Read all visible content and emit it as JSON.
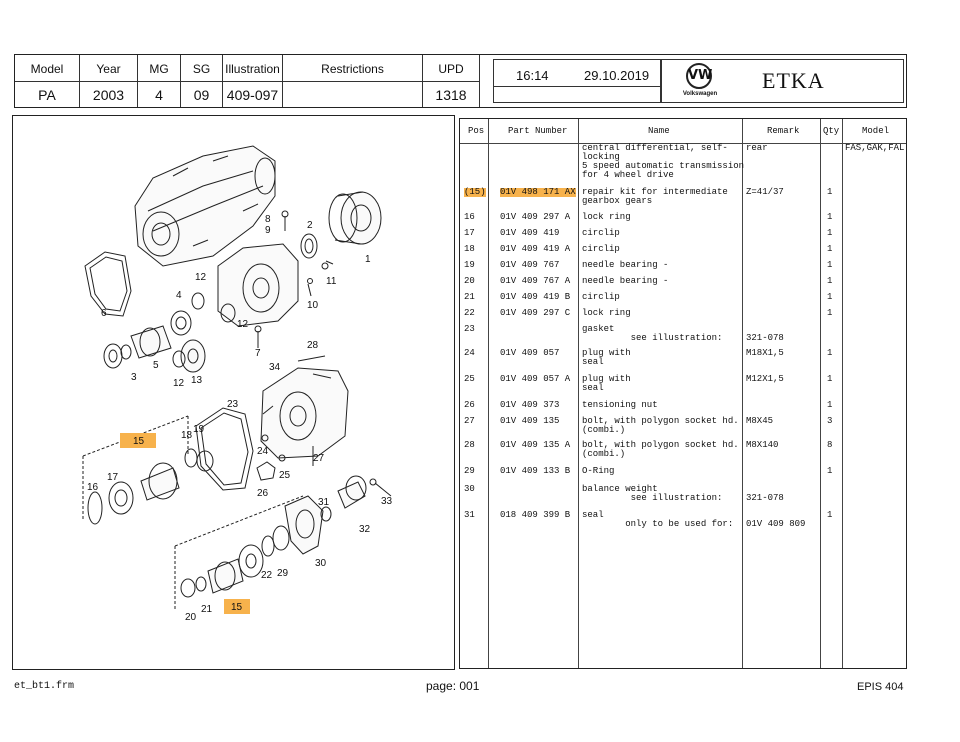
{
  "header": {
    "cells": [
      {
        "label": "Model",
        "value": "PA"
      },
      {
        "label": "Year",
        "value": "2003"
      },
      {
        "label": "MG",
        "value": "4"
      },
      {
        "label": "SG",
        "value": "09"
      },
      {
        "label": "Illustration",
        "value": "409-097"
      },
      {
        "label": "Restrictions",
        "value": ""
      },
      {
        "label": "UPD",
        "value": "1318"
      }
    ],
    "time": "16:14",
    "date": "29.10.2019",
    "brand": "Volkswagen",
    "logo_text": "VW",
    "app": "ETKA"
  },
  "table": {
    "columns": {
      "pos": "Pos",
      "part": "Part Number",
      "name": "Name",
      "remark": "Remark",
      "qty": "Qty",
      "model": "Model"
    },
    "rows": [
      {
        "pos": "",
        "part": "",
        "name": "central differential, self-\nlocking\n5 speed automatic transmission\nfor 4 wheel drive",
        "remark": "rear",
        "qty": "",
        "model": "FAS,GAK,FAL"
      },
      {
        "pos": "(15)",
        "part": "01V 498 171 AX",
        "name": "repair kit for intermediate\ngearbox gears",
        "remark": "Z=41/37",
        "qty": "1",
        "model": ""
      },
      {
        "pos": "16",
        "part": "01V 409 297 A",
        "name": "lock ring",
        "remark": "",
        "qty": "1",
        "model": ""
      },
      {
        "pos": "17",
        "part": "01V 409 419",
        "name": "circlip",
        "remark": "",
        "qty": "1",
        "model": ""
      },
      {
        "pos": "18",
        "part": "01V 409 419 A",
        "name": "circlip",
        "remark": "",
        "qty": "1",
        "model": ""
      },
      {
        "pos": "19",
        "part": "01V 409 767",
        "name": "needle bearing -",
        "remark": "",
        "qty": "1",
        "model": ""
      },
      {
        "pos": "20",
        "part": "01V 409 767 A",
        "name": "needle bearing -",
        "remark": "",
        "qty": "1",
        "model": ""
      },
      {
        "pos": "21",
        "part": "01V 409 419 B",
        "name": "circlip",
        "remark": "",
        "qty": "1",
        "model": ""
      },
      {
        "pos": "22",
        "part": "01V 409 297 C",
        "name": "lock ring",
        "remark": "",
        "qty": "1",
        "model": ""
      },
      {
        "pos": "23",
        "part": "",
        "name": "gasket\n         see illustration:",
        "remark": "\n321-078",
        "qty": "",
        "model": ""
      },
      {
        "pos": "24",
        "part": "01V 409 057",
        "name": "plug with\nseal",
        "remark": "M18X1,5",
        "qty": "1",
        "model": ""
      },
      {
        "pos": "25",
        "part": "01V 409 057 A",
        "name": "plug with\nseal",
        "remark": "M12X1,5",
        "qty": "1",
        "model": ""
      },
      {
        "pos": "26",
        "part": "01V 409 373",
        "name": "tensioning nut",
        "remark": "",
        "qty": "1",
        "model": ""
      },
      {
        "pos": "27",
        "part": "01V 409 135",
        "name": "bolt, with polygon socket hd.\n(combi.)",
        "remark": "M8X45",
        "qty": "3",
        "model": ""
      },
      {
        "pos": "28",
        "part": "01V 409 135 A",
        "name": "bolt, with polygon socket hd.\n(combi.)",
        "remark": "M8X140",
        "qty": "8",
        "model": ""
      },
      {
        "pos": "29",
        "part": "01V 409 133 B",
        "name": "O-Ring",
        "remark": "",
        "qty": "1",
        "model": ""
      },
      {
        "pos": "30",
        "part": "",
        "name": "balance weight\n         see illustration:",
        "remark": "\n321-078",
        "qty": "",
        "model": ""
      },
      {
        "pos": "31",
        "part": "018 409 399 B",
        "name": "seal\n        only to be used for:",
        "remark": "\n01V 409 809",
        "qty": "1",
        "model": ""
      }
    ]
  },
  "illustration": {
    "labels": [
      "1",
      "2",
      "3",
      "4",
      "5",
      "6",
      "7",
      "8",
      "9",
      "10",
      "11",
      "12",
      "12",
      "12",
      "13",
      "15",
      "15",
      "16",
      "17",
      "18",
      "19",
      "20",
      "21",
      "22",
      "23",
      "24",
      "25",
      "26",
      "27",
      "28",
      "29",
      "30",
      "31",
      "32",
      "33",
      "34"
    ]
  },
  "footer": {
    "left": "et_bt1.frm",
    "center": "page: 001",
    "right": "EPIS 404"
  },
  "colors": {
    "highlight": "#f7b24c",
    "line": "#222222"
  }
}
